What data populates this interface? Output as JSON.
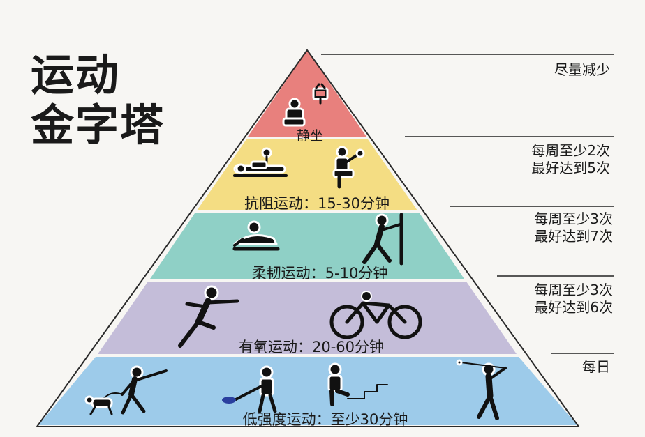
{
  "title": {
    "line1": "运动",
    "line2": "金字塔"
  },
  "tiers": [
    {
      "label": "静坐",
      "color": "#e8807d",
      "frequency": [
        "尽量减少"
      ]
    },
    {
      "label": "抗阻运动：15-30分钟",
      "color": "#f4dd83",
      "frequency": [
        "每周至少2次",
        "最好达到5次"
      ]
    },
    {
      "label": "柔韧运动：5-10分钟",
      "color": "#8fd0c6",
      "frequency": [
        "每周至少3次",
        "最好达到7次"
      ]
    },
    {
      "label": "有氧运动：20-60分钟",
      "color": "#c4bdd9",
      "frequency": [
        "每周至少3次",
        "最好达到6次"
      ]
    },
    {
      "label": "低强度运动：至少30分钟",
      "color": "#9dcbea",
      "frequency": [
        "每日"
      ]
    }
  ],
  "icons": [
    "tv-watching-icon",
    "bench-press-icon",
    "dumbbell-curl-icon",
    "floor-stretch-icon",
    "pole-stretch-icon",
    "running-icon",
    "cycling-icon",
    "dog-walking-icon",
    "sweeping-icon",
    "stair-climbing-icon",
    "golf-icon"
  ]
}
